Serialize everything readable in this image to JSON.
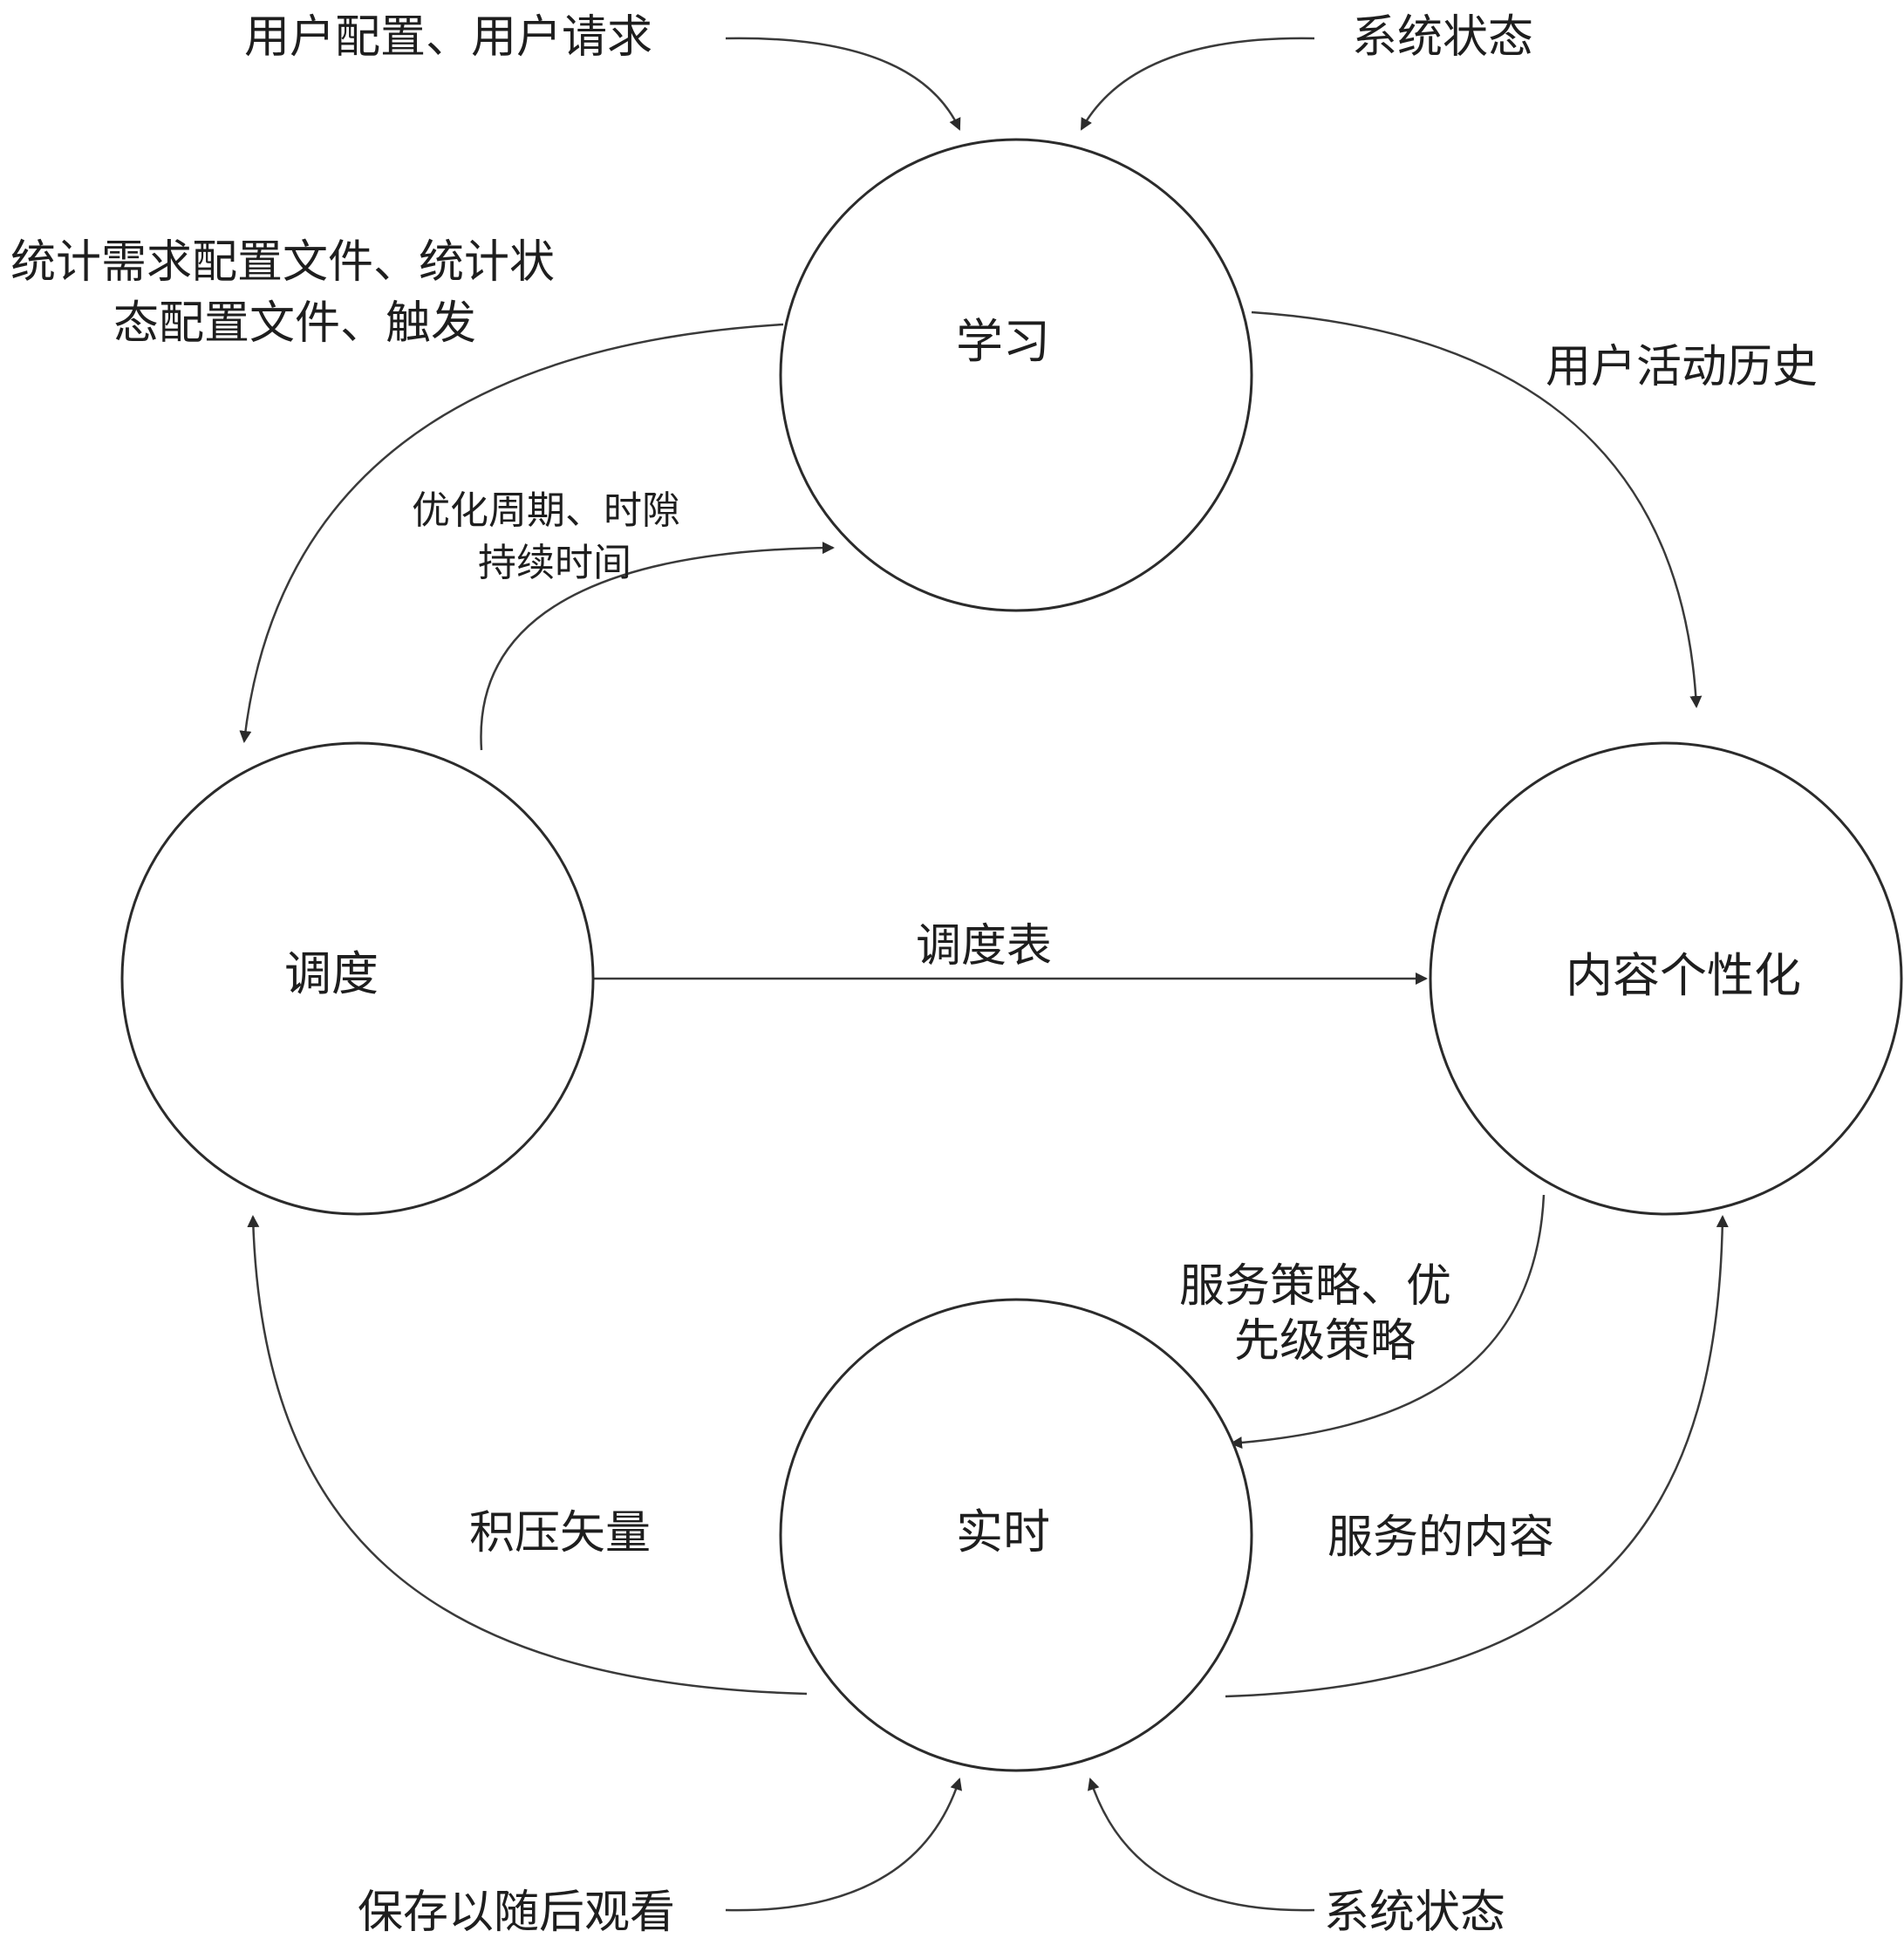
{
  "nodes": {
    "learning": "学习",
    "scheduling": "调度",
    "personalization": "内容个性化",
    "realtime": "实时"
  },
  "edges": {
    "user_config_request": "用户配置、用户请求",
    "system_state_top": "系统状态",
    "stat_profiles_line1": "统计需求配置文件、统计状",
    "stat_profiles_line2": "态配置文件、触发",
    "user_activity_history": "用户活动历史",
    "opt_period_line1": "优化周期、时隙",
    "opt_period_line2": "持续时间",
    "schedule_table": "调度表",
    "service_policy_line1": "服务策略、优",
    "service_policy_line2": "先级策略",
    "backlog_vector": "积压矢量",
    "served_content": "服务的内容",
    "save_for_later": "保存以随后观看",
    "system_state_bottom": "系统状态"
  }
}
